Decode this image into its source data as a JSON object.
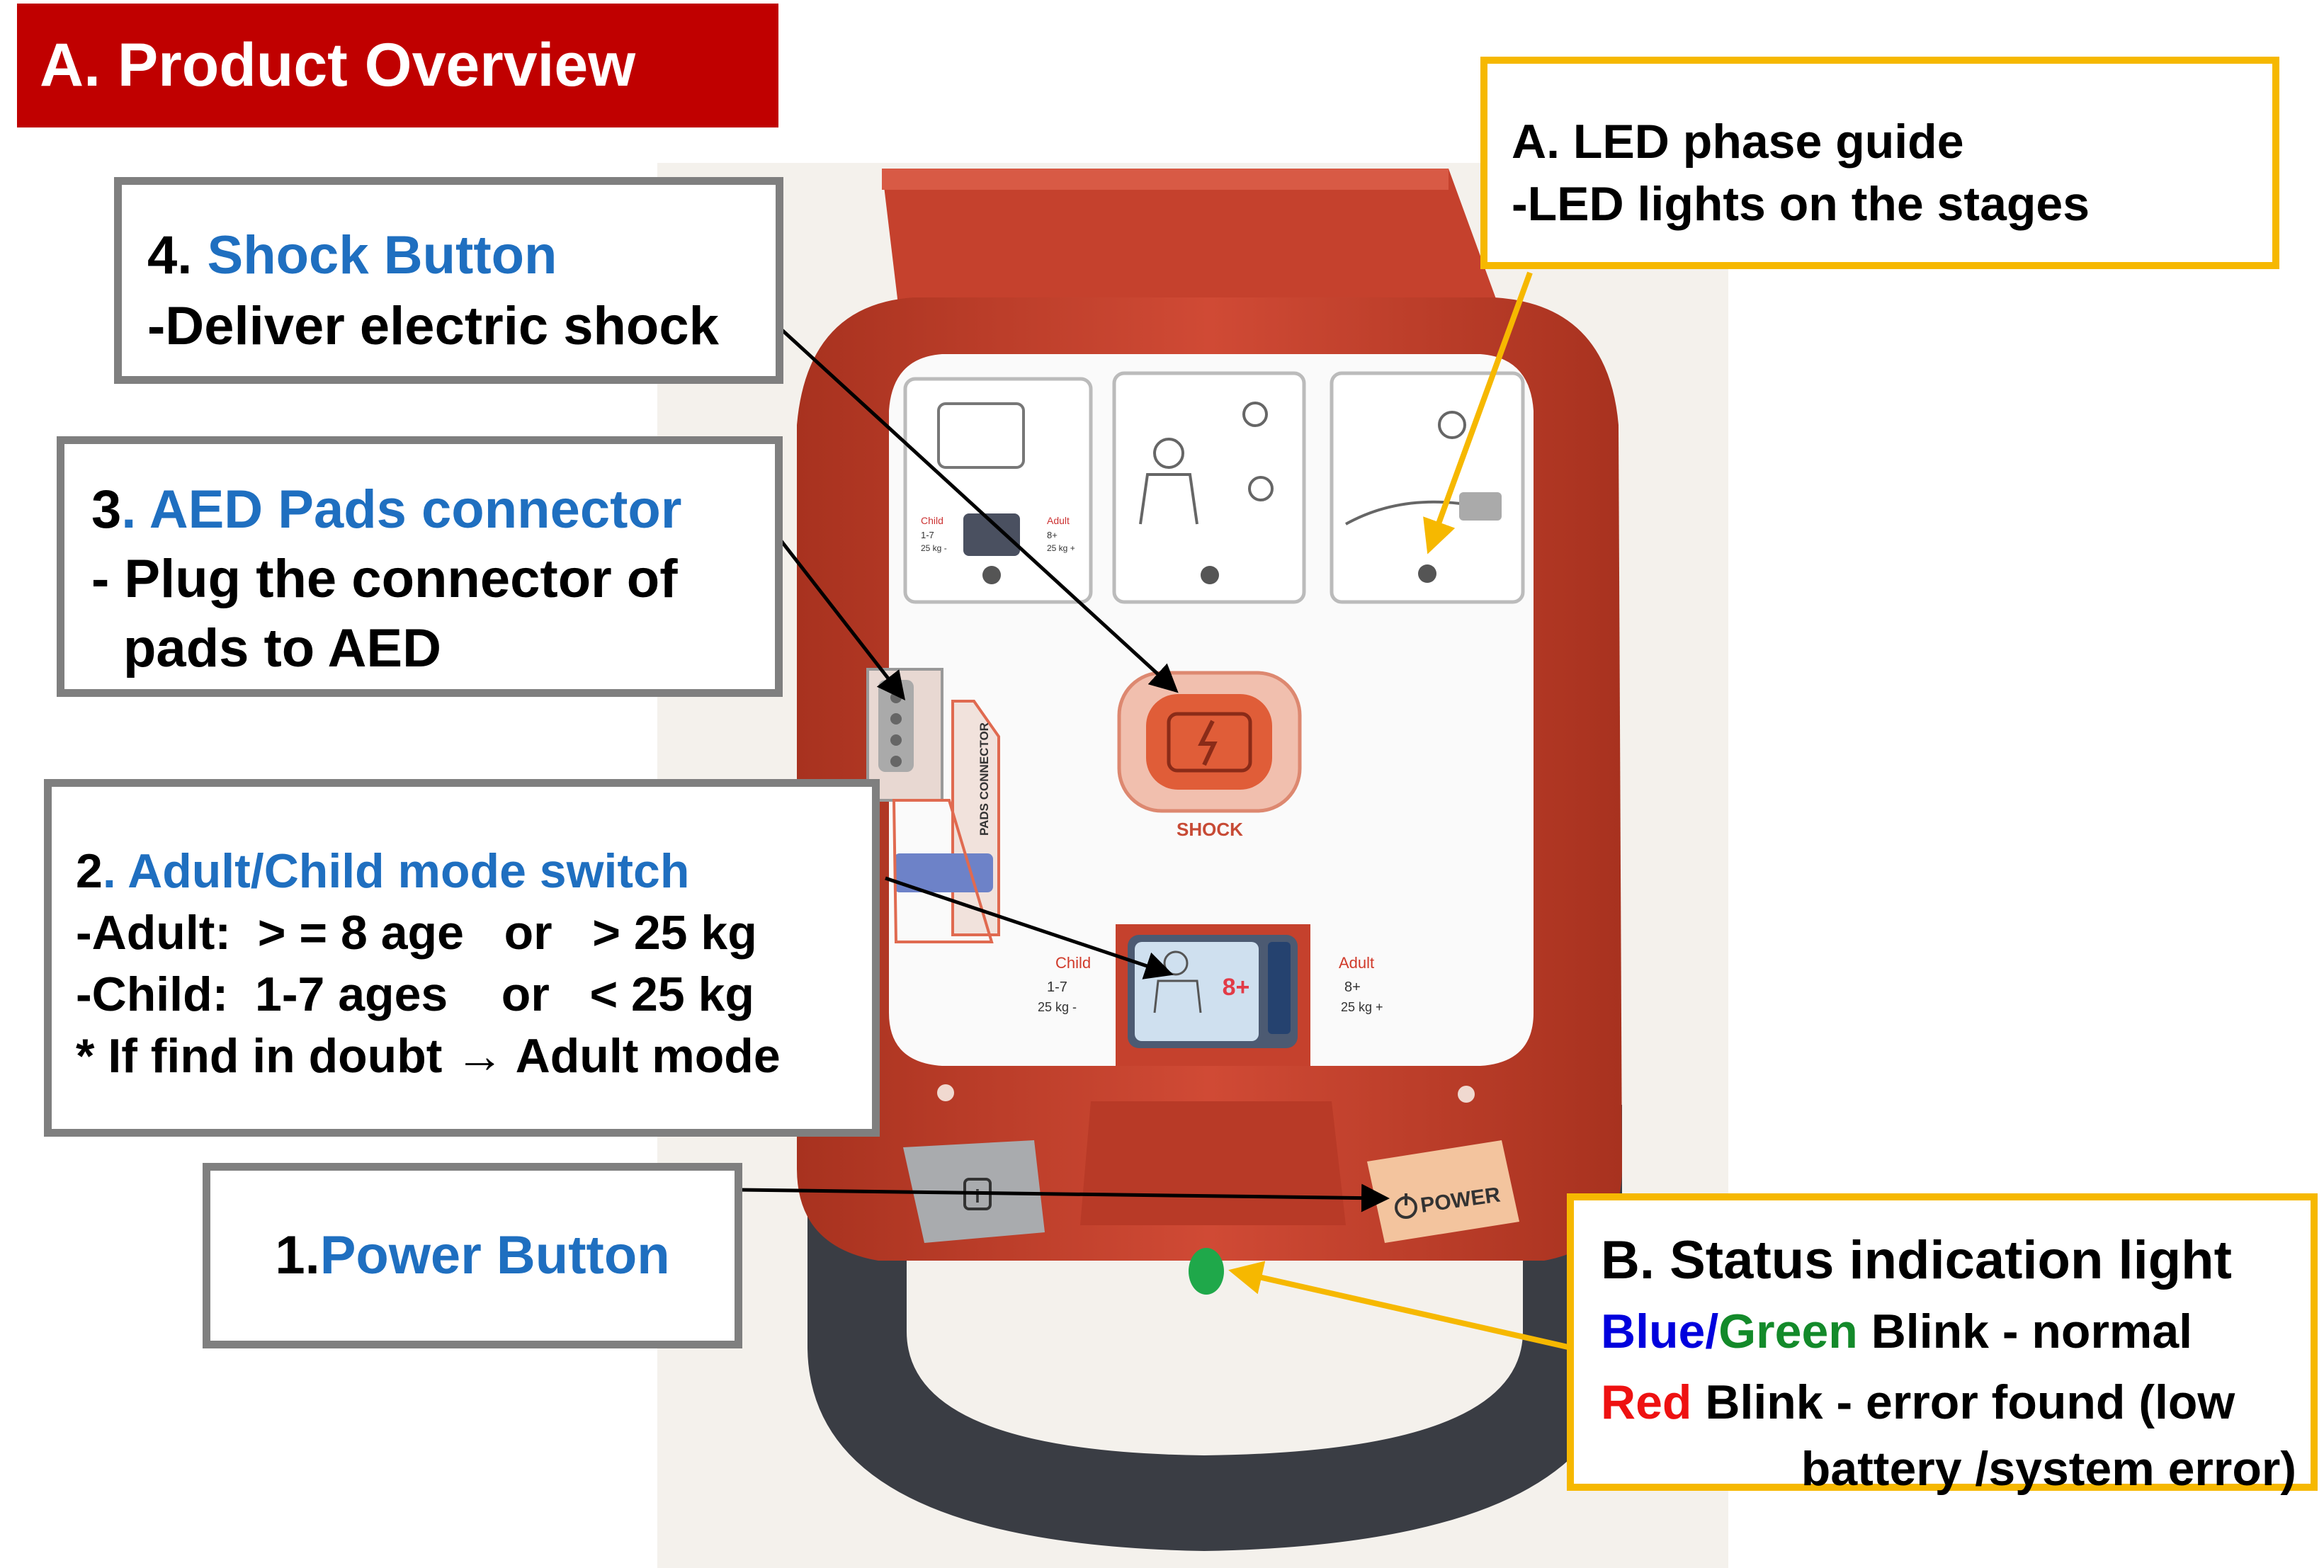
{
  "title": "A. Product Overview",
  "callouts": {
    "shock": {
      "num": "4.",
      "name": "Shock Button",
      "desc": "-Deliver electric shock"
    },
    "pads": {
      "num": "3",
      "name": ". AED Pads connector",
      "line1": "- Plug the connector of",
      "line2": "pads to AED"
    },
    "mode": {
      "num": "2",
      "name": ". Adult/Child mode switch",
      "adult": "-Adult:  > = 8 age   or   > 25 kg",
      "child": "-Child:  1-7 ages    or   < 25 kg",
      "note": "* If find in doubt → Adult mode"
    },
    "power": {
      "num": "1.",
      "name": "Power Button"
    },
    "led": {
      "title": "A. LED phase guide",
      "desc": "-LED lights on the stages"
    },
    "status": {
      "title": "B. Status indication light",
      "blue": "Blue",
      "slash": "/",
      "green": "Green",
      "normal": " Blink - normal",
      "red": "Red",
      "error1": " Blink - error found (low",
      "error2": "battery /system error)"
    }
  },
  "device": {
    "shock_label": "SHOCK",
    "pads_connector_label": "PADS CONNECTOR",
    "power_label": "POWER",
    "info_label": "i",
    "switch": {
      "child": "Child",
      "child_age": "1-7",
      "child_weight": "25 kg -",
      "adult": "Adult",
      "adult_age": "8+",
      "adult_weight": "25 kg +",
      "display": "8+"
    },
    "panel1": {
      "child": "Child",
      "child_age": "1-7",
      "child_weight": "25 kg -",
      "adult": "Adult",
      "adult_age": "8+",
      "adult_weight": "25 kg +"
    }
  },
  "colors": {
    "banner": "#c00000",
    "device_red": "#c8432f",
    "callout_gray": "#7f7f7f",
    "callout_gold": "#f6b800",
    "label_blue": "#1f6fc0",
    "status_led": "#1fa84a"
  }
}
